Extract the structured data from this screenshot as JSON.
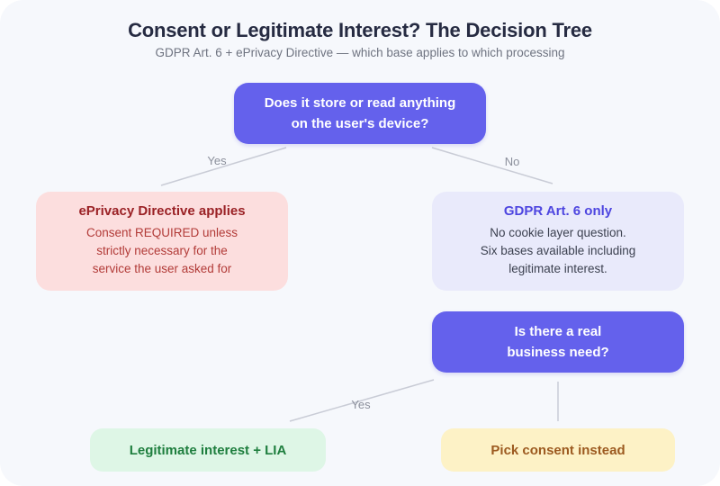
{
  "header": {
    "title": "Consent or Legitimate Interest? The Decision Tree",
    "subtitle": "GDPR Art. 6 + ePrivacy Directive — which base applies to which processing"
  },
  "tree": {
    "root_question": "Does it store or read anything\non the user's device?",
    "branch_yes_label": "Yes",
    "branch_no_label": "No",
    "eprivacy": {
      "title": "ePrivacy Directive applies",
      "body": "Consent REQUIRED unless\nstrictly necessary for the\nservice the user asked for"
    },
    "gdpr": {
      "title": "GDPR Art. 6 only",
      "body": "No cookie layer question.\nSix bases available including\nlegitimate interest."
    },
    "second_question": "Is there a real\nbusiness need?",
    "second_yes_label": "Yes",
    "outcome_legitimate_interest": "Legitimate interest + LIA",
    "outcome_consent": "Pick consent instead"
  },
  "colors": {
    "card_bg": "#f6f8fc",
    "question_node_bg": "#6461ec",
    "question_node_text": "#ffffff",
    "eprivacy_bg": "#fcdede",
    "eprivacy_title": "#9a2125",
    "eprivacy_body": "#b23b38",
    "gdpr_bg": "#e9eafb",
    "gdpr_title": "#4e46e0",
    "gdpr_body": "#3c4150",
    "legitimate_interest_bg": "#def6e6",
    "legitimate_interest_text": "#1e7e3e",
    "consent_bg": "#fdf2c6",
    "consent_text": "#9c5a20",
    "connector_line": "#c9ccd6",
    "edge_label_text": "#8b8f9b"
  }
}
